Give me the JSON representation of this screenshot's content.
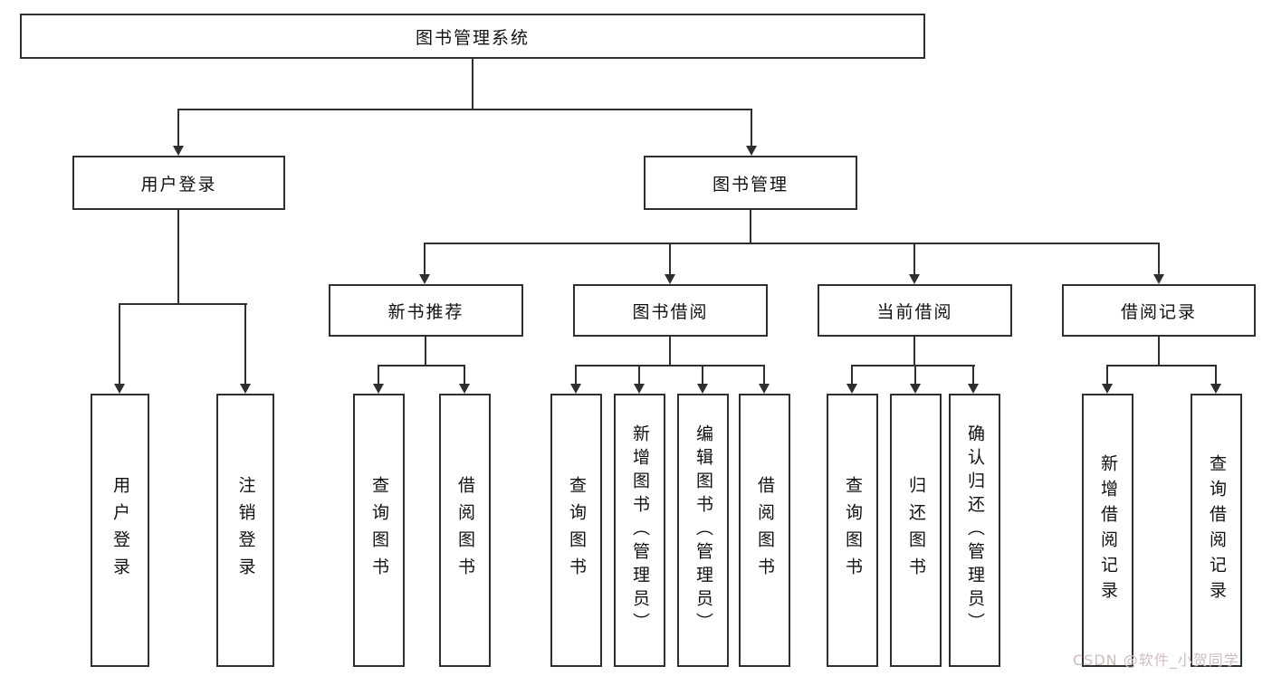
{
  "diagram": {
    "root_label": "图书管理系统",
    "branches": [
      {
        "label": "用户登录",
        "leaves": [
          "用户登录",
          "注销登录"
        ]
      },
      {
        "label": "图书管理",
        "groups": [
          {
            "label": "新书推荐",
            "leaves": [
              "查询图书",
              "借阅图书"
            ]
          },
          {
            "label": "图书借阅",
            "leaves": [
              "查询图书",
              "新增图书（管理员）",
              "编辑图书（管理员）",
              "借阅图书"
            ]
          },
          {
            "label": "当前借阅",
            "leaves": [
              "查询图书",
              "归还图书",
              "确认归还（管理员）"
            ]
          },
          {
            "label": "借阅记录",
            "leaves": [
              "新增借阅记录",
              "查询借阅记录"
            ]
          }
        ]
      }
    ]
  },
  "watermark": "CSDN @软件_小贺同学",
  "colors": {
    "line": "#2f2f2f",
    "border": "#2f2f2f",
    "text": "#111111",
    "watermark": "#d0bcbc",
    "background": "#ffffff"
  }
}
